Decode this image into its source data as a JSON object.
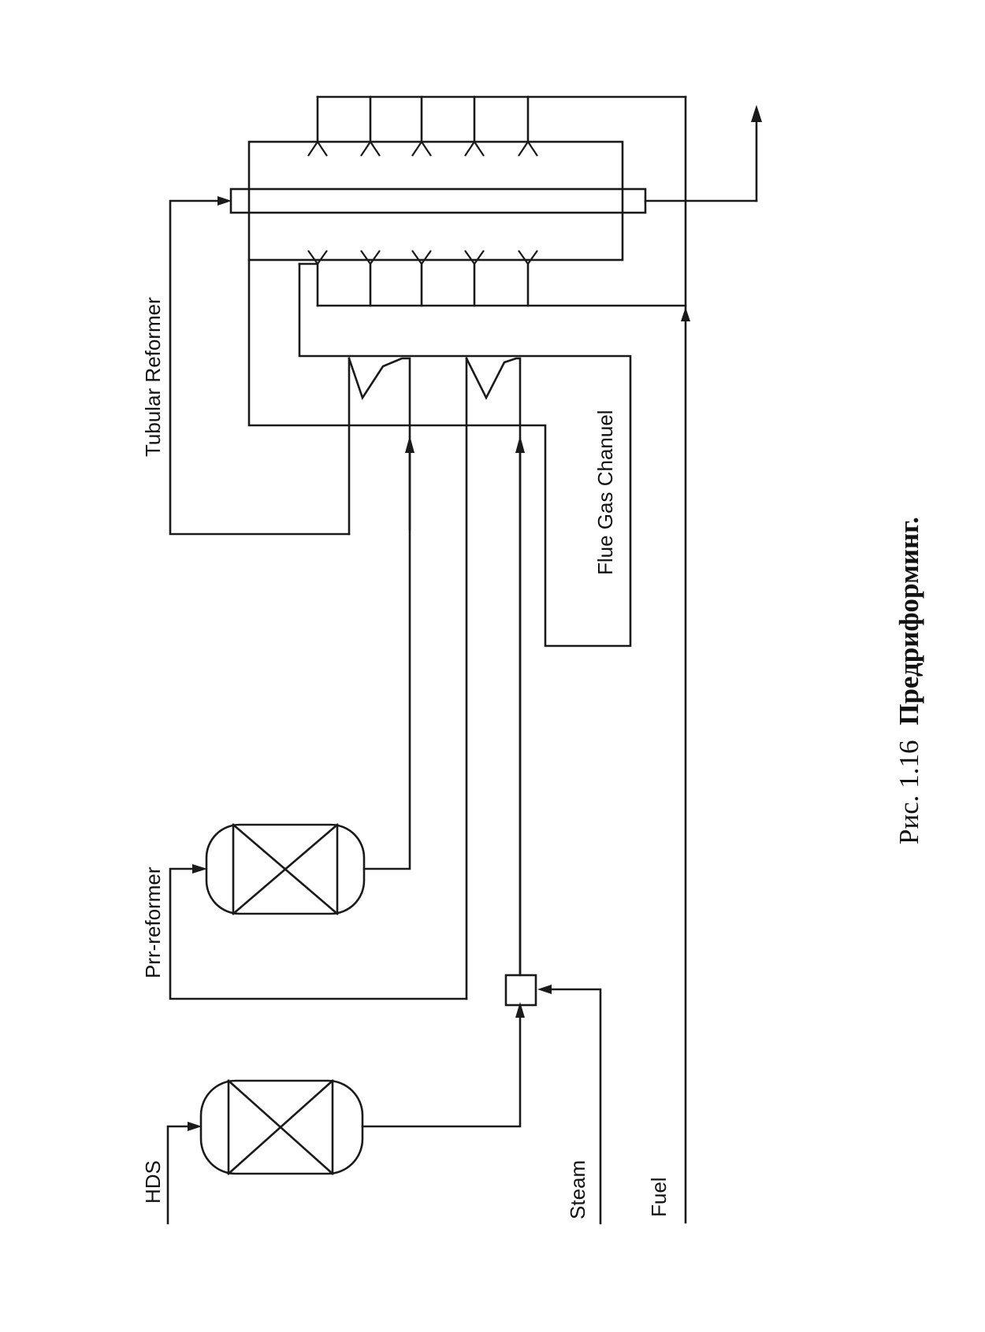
{
  "labels": {
    "hds": "HDS",
    "pre_reformer": "Prr-reformer",
    "tubular_reformer": "Tubular Reformer",
    "flue_gas_channel": "Flue Gas Chanuel",
    "steam": "Steam",
    "fuel": "Fuel"
  },
  "caption": {
    "prefix": "Рис. 1.16",
    "title": "Предриформинг."
  }
}
